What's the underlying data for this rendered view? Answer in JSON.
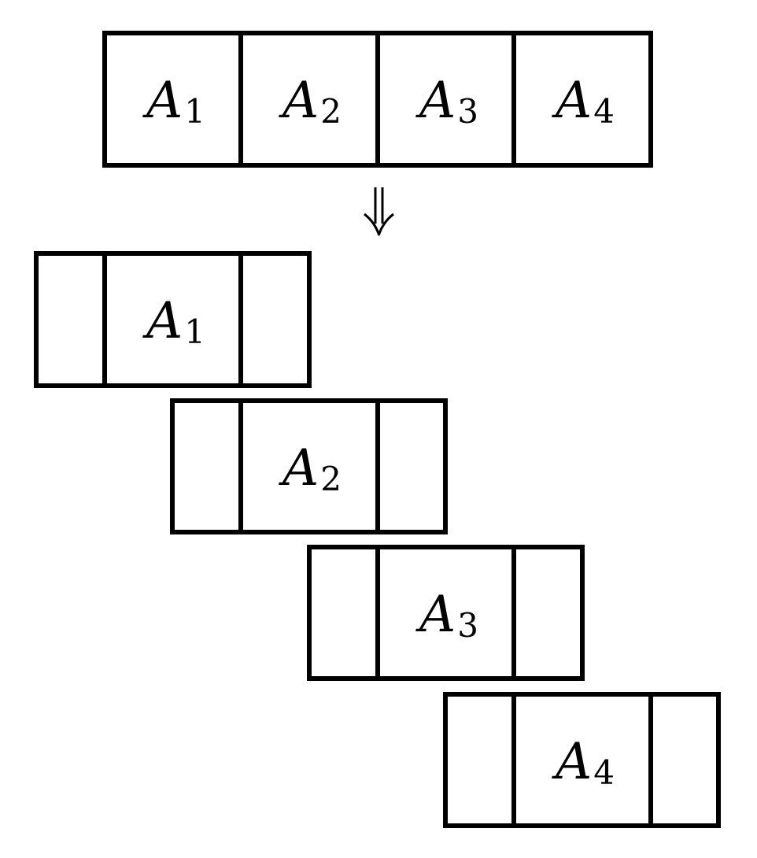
{
  "diagram": {
    "top_array": {
      "cells": [
        {
          "letter": "A",
          "index": "1"
        },
        {
          "letter": "A",
          "index": "2"
        },
        {
          "letter": "A",
          "index": "3"
        },
        {
          "letter": "A",
          "index": "4"
        }
      ]
    },
    "transform_arrow": {
      "glyph": "⇓",
      "icon": "double-down-arrow-icon"
    },
    "blocks": [
      {
        "letter": "A",
        "index": "1"
      },
      {
        "letter": "A",
        "index": "2"
      },
      {
        "letter": "A",
        "index": "3"
      },
      {
        "letter": "A",
        "index": "4"
      }
    ],
    "stroke_color": "#000000",
    "background_color": "#ffffff"
  }
}
